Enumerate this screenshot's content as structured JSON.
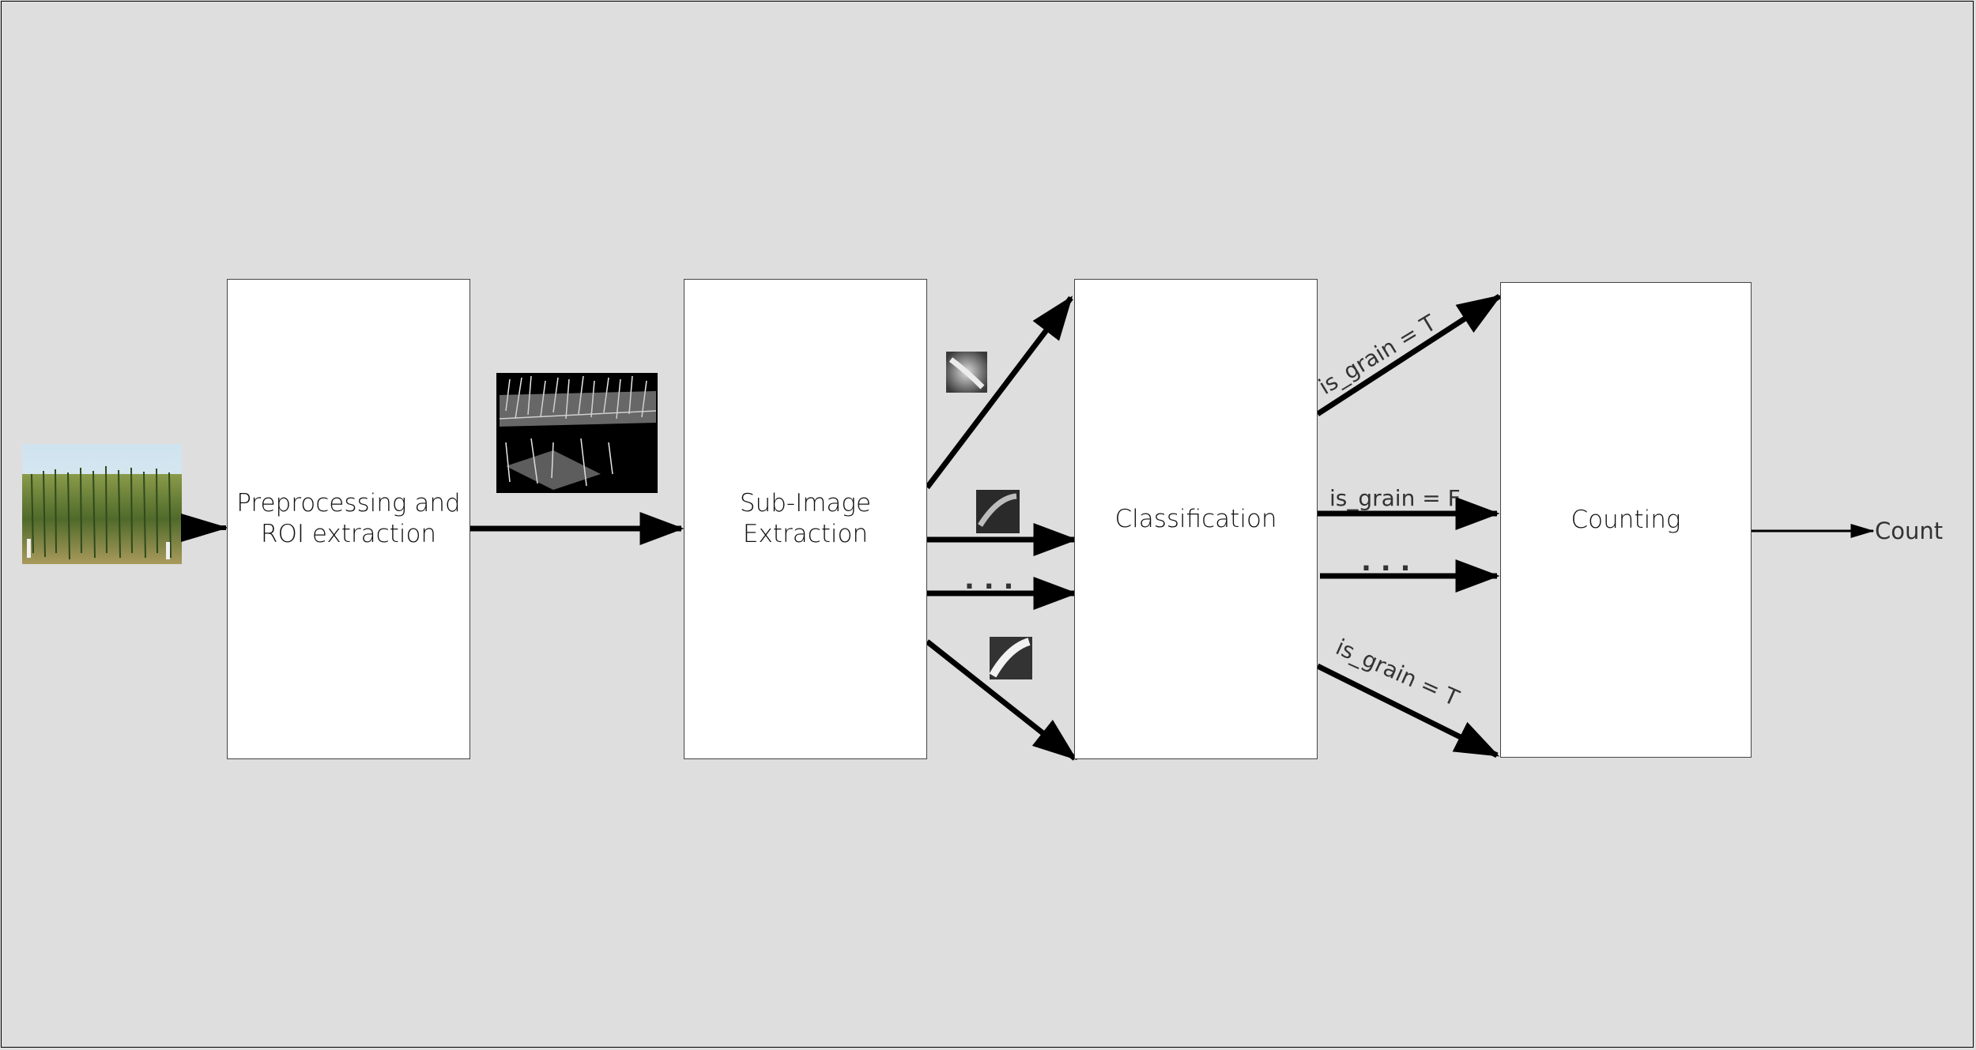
{
  "blocks": {
    "preprocessing": "Preprocessing and\nROI extraction",
    "subimage": "Sub-Image\nExtraction",
    "classification": "Classification",
    "counting": "Counting"
  },
  "labels": {
    "grain_true_top": "is_grain = T",
    "grain_false": "is_grain = F",
    "grain_true_bottom": "is_grain = T",
    "ellipsis": ". . .",
    "output": "Count"
  }
}
